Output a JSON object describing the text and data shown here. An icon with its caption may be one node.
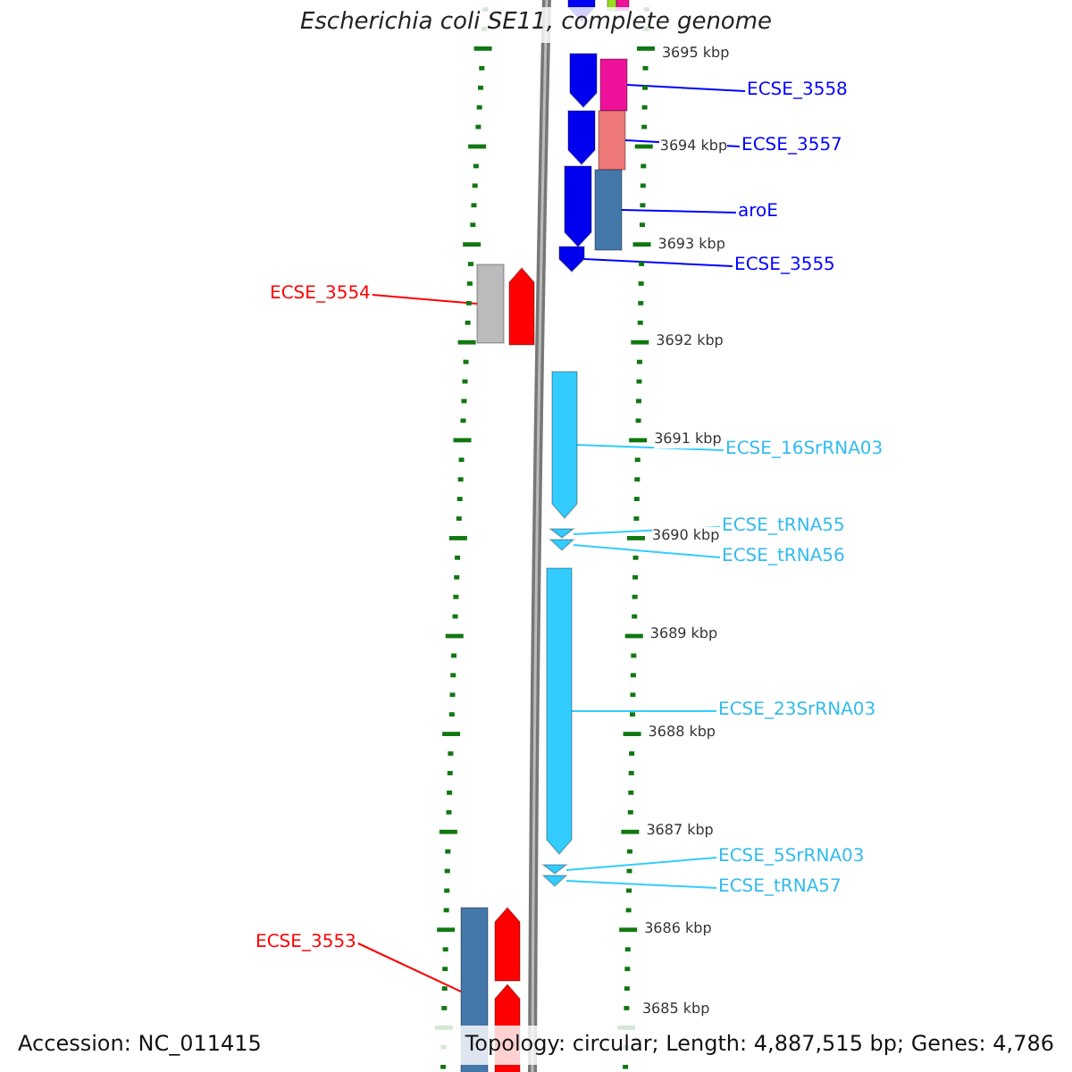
{
  "diagram": {
    "title": "Escherichia coli SE11, complete genome",
    "nodes": [
      {
        "text": [],
        "shape": "arrow"
      },
      {
        "text": [],
        "shape": "bar"
      },
      {
        "text": [],
        "shape": "bar"
      },
      {
        "text": [],
        "shape": "arrow"
      },
      {
        "text": [],
        "shape": "bar"
      },
      {
        "text": [],
        "shape": "arrow"
      },
      {
        "text": [],
        "shape": "bar"
      },
      {
        "text": [],
        "shape": "arrow"
      },
      {
        "text": [],
        "shape": "bar"
      },
      {
        "text": [],
        "shape": "arrow"
      },
      {
        "text": [],
        "shape": "bar"
      },
      {
        "text": [],
        "shape": "arrow"
      },
      {
        "text": [],
        "shape": "arrow"
      },
      {
        "text": [],
        "shape": "chevron"
      },
      {
        "text": [],
        "shape": "chevron"
      },
      {
        "text": [],
        "shape": "arrow"
      },
      {
        "text": [],
        "shape": "chevron"
      },
      {
        "text": [],
        "shape": "chevron"
      },
      {
        "text": [],
        "shape": "bar"
      },
      {
        "text": [],
        "shape": "arrow"
      },
      {
        "text": [],
        "shape": "arrow"
      },
      {
        "text": [
          "ECSE_3558"
        ]
      },
      {
        "text": [
          "ECSE_3557"
        ]
      },
      {
        "text": [
          "aroE"
        ]
      },
      {
        "text": [
          "ECSE_3555"
        ]
      },
      {
        "text": [
          "ECSE_3554"
        ]
      },
      {
        "text": [
          "ECSE_16SrRNA03"
        ]
      },
      {
        "text": [
          "ECSE_tRNA55"
        ]
      },
      {
        "text": [
          "ECSE_tRNA56"
        ]
      },
      {
        "text": [
          "ECSE_23SrRNA03"
        ]
      },
      {
        "text": [
          "ECSE_5SrRNA03"
        ]
      },
      {
        "text": [
          "ECSE_tRNA57"
        ]
      },
      {
        "text": [
          "ECSE_3553"
        ]
      }
    ],
    "edges": [
      {
        "from": 21,
        "to": 4,
        "arrow": "none",
        "color": "#0000ff"
      },
      {
        "from": 22,
        "to": 6,
        "arrow": "none",
        "color": "#0000ff"
      },
      {
        "from": 23,
        "to": 8,
        "arrow": "none",
        "color": "#0000ff"
      },
      {
        "from": 24,
        "to": 9,
        "arrow": "none",
        "color": "#0000ff"
      },
      {
        "from": 25,
        "to": 10,
        "arrow": "none",
        "color": "#ff0000"
      },
      {
        "from": 26,
        "to": 12,
        "arrow": "none"
      },
      {
        "from": 27,
        "to": 13,
        "arrow": "none"
      },
      {
        "from": 28,
        "to": 14,
        "arrow": "none"
      },
      {
        "from": 29,
        "to": 15,
        "arrow": "none"
      },
      {
        "from": 30,
        "to": 16,
        "arrow": "none"
      },
      {
        "from": 31,
        "to": 17,
        "arrow": "none"
      },
      {
        "from": 32,
        "to": 18,
        "arrow": "none",
        "color": "#ff0000"
      }
    ],
    "labels": [
      "3695 kbp",
      "3694 kbp",
      "3693 kbp",
      "3692 kbp",
      "3691 kbp",
      "3690 kbp",
      "3689 kbp",
      "3688 kbp",
      "3687 kbp",
      "3686 kbp",
      "3685 kbp",
      "Accession: NC_011415",
      "Topology: circular; Length: 4,887,515 bp; Genes: 4,786"
    ]
  }
}
